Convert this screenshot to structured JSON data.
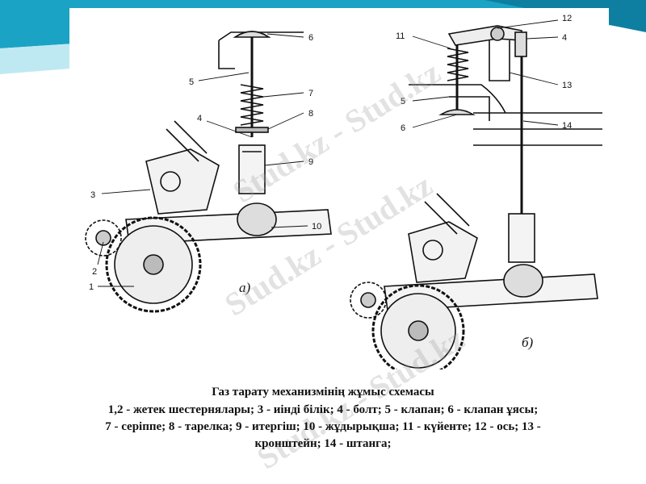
{
  "slide": {
    "colors": {
      "header_teal": "#1aa3c4",
      "header_light": "#bfe9f2"
    }
  },
  "figure": {
    "variant_a_label": "а)",
    "variant_b_label": "б)",
    "callouts_a": [
      "6",
      "5",
      "7",
      "8",
      "4",
      "9",
      "3",
      "10",
      "2",
      "1"
    ],
    "callouts_b": [
      "12",
      "11",
      "4",
      "5",
      "13",
      "6",
      "14"
    ]
  },
  "watermark": {
    "text": "Stud.kz - Stud.kz"
  },
  "caption": {
    "title": "Газ тарату механизмінің жұмыс схемасы",
    "line1": "1,2 - жетек шестернялары; 3 - иінді білік; 4 - болт; 5 - клапан; 6 - клапан ұясы;",
    "line2": "7 - серіппе; 8 - тарелка; 9 - итергіш; 10 - жұдырықша; 11 - күйенте; 12 - ось; 13 -",
    "line3": "кронштейн; 14 - штанга;"
  }
}
